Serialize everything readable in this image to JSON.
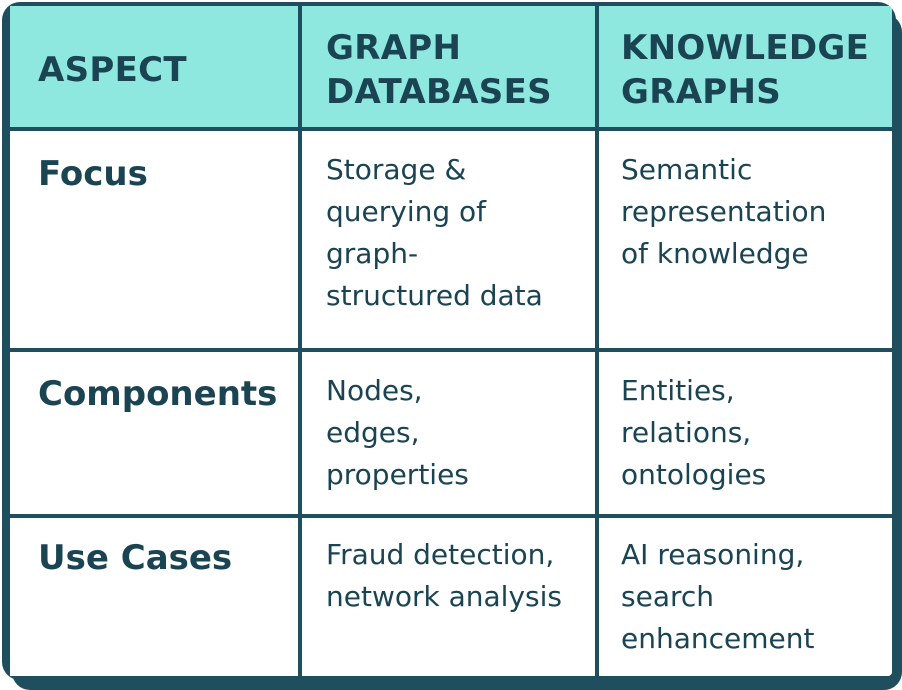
{
  "table": {
    "header": {
      "aspect": "ASPECT",
      "graph_databases": "GRAPH\nDATABASES",
      "knowledge_graphs": "KNOWLEDGE\nGRAPHS"
    },
    "rows": [
      {
        "aspect": "Focus",
        "graph_databases": "Storage &\nquerying of\ngraph-\nstructured data",
        "knowledge_graphs": "Semantic\nrepresentation\nof knowledge"
      },
      {
        "aspect": "Components",
        "graph_databases": "Nodes,\nedges,\nproperties",
        "knowledge_graphs": "Entities,\nrelations,\nontologies"
      },
      {
        "aspect": "Use Cases",
        "graph_databases": "Fraud detection,\nnetwork analysis",
        "knowledge_graphs": "AI reasoning,\nsearch\nenhancement"
      }
    ]
  },
  "colors": {
    "header_bg": "#8ee8e0",
    "border": "#1f4f5f",
    "text": "#1b4453",
    "cell_bg": "#ffffff"
  }
}
